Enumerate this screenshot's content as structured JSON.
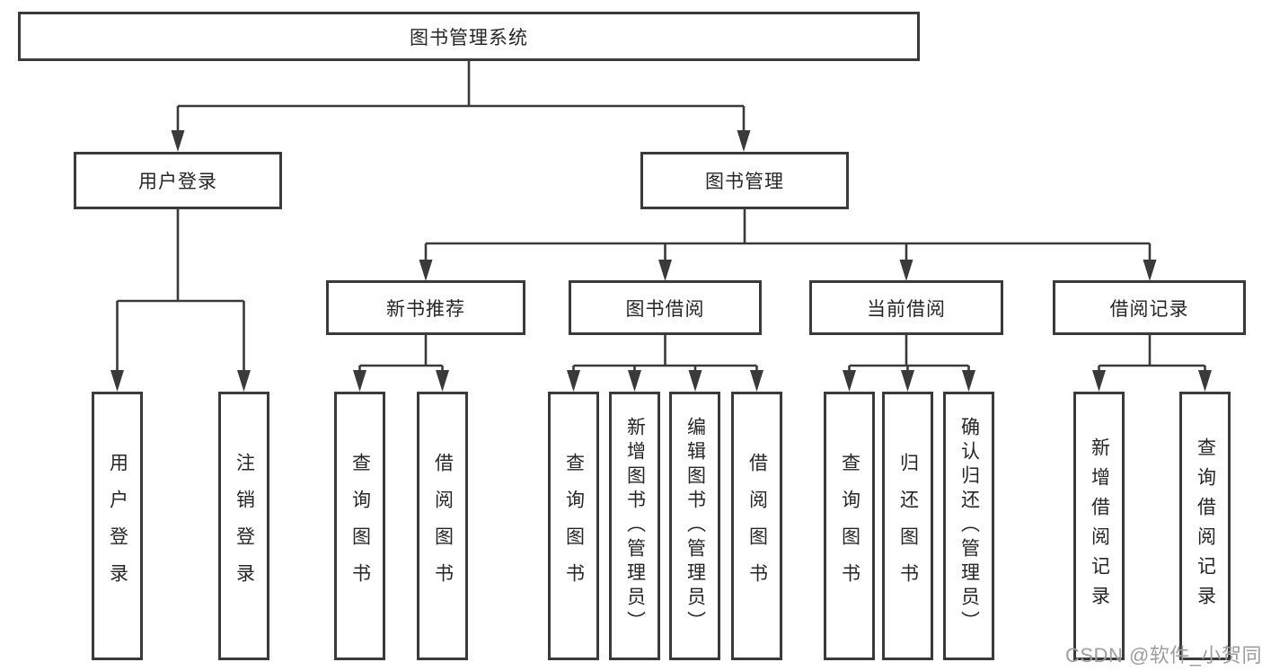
{
  "nodes": {
    "root": "图书管理系统",
    "user_login": "用户登录",
    "book_management": "图书管理",
    "new_book_rec": "新书推荐",
    "book_borrow": "图书借阅",
    "current_borrow": "当前借阅",
    "borrow_records": "借阅记录",
    "leaf_user_login": "用户登录",
    "leaf_logout": "注销登录",
    "leaf_query_book_1": "查询图书",
    "leaf_borrow_book_1": "借阅图书",
    "leaf_query_book_2": "查询图书",
    "leaf_add_book": "新增图书（管理员）",
    "leaf_edit_book": "编辑图书（管理员）",
    "leaf_borrow_book_2": "借阅图书",
    "leaf_query_book_3": "查询图书",
    "leaf_return_book": "归还图书",
    "leaf_confirm_return": "确认归还（管理员）",
    "leaf_add_borrow_record": "新增借阅记录",
    "leaf_query_borrow_record": "查询借阅记录"
  },
  "hierarchy": {
    "图书管理系统": {
      "用户登录": [
        "用户登录",
        "注销登录"
      ],
      "图书管理": {
        "新书推荐": [
          "查询图书",
          "借阅图书"
        ],
        "图书借阅": [
          "查询图书",
          "新增图书（管理员）",
          "编辑图书（管理员）",
          "借阅图书"
        ],
        "当前借阅": [
          "查询图书",
          "归还图书",
          "确认归还（管理员）"
        ],
        "借阅记录": [
          "新增借阅记录",
          "查询借阅记录"
        ]
      }
    }
  },
  "watermark": "CSDN @软件_小贺同学",
  "colors": {
    "background": "#ffffff",
    "box_border": "#3a3a3a",
    "connector_line": "#3a3a3a",
    "text": "#262626",
    "watermark_text": "#9d9d9d"
  }
}
